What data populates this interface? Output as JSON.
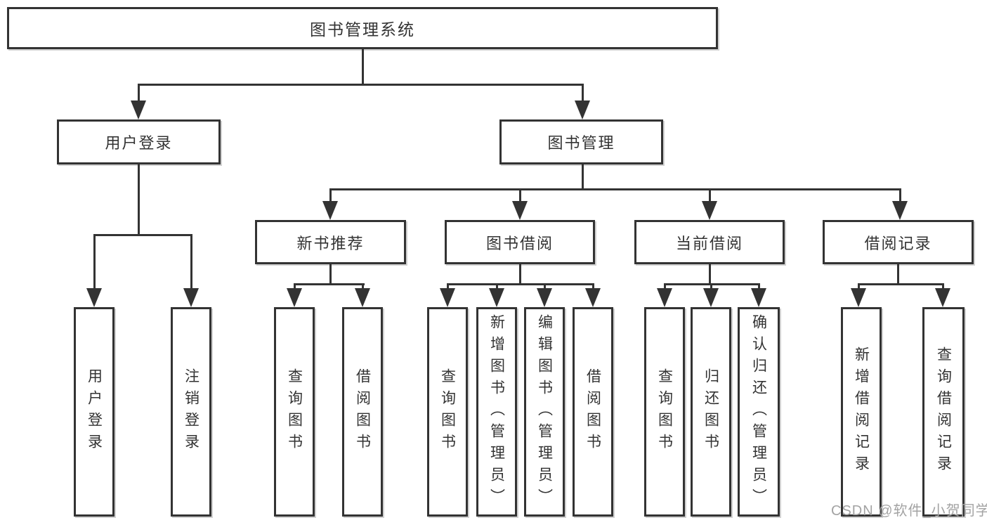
{
  "diagram": {
    "root": {
      "label": "图书管理系统"
    },
    "level2": [
      {
        "label": "用户登录"
      },
      {
        "label": "图书管理"
      }
    ],
    "level3": [
      {
        "label": "新书推荐"
      },
      {
        "label": "图书借阅"
      },
      {
        "label": "当前借阅"
      },
      {
        "label": "借阅记录"
      }
    ],
    "leaves": {
      "user_login": [
        {
          "label": "用户登录"
        },
        {
          "label": "注销登录"
        }
      ],
      "new_books": [
        {
          "label": "查询图书"
        },
        {
          "label": "借阅图书"
        }
      ],
      "borrow": [
        {
          "label": "查询图书"
        },
        {
          "label": "新增图书（管理员）"
        },
        {
          "label": "编辑图书（管理员）"
        },
        {
          "label": "借阅图书"
        }
      ],
      "current": [
        {
          "label": "查询图书"
        },
        {
          "label": "归还图书"
        },
        {
          "label": "确认归还（管理员）"
        }
      ],
      "records": [
        {
          "label": "新增借阅记录"
        },
        {
          "label": "查询借阅记录"
        }
      ]
    }
  },
  "watermark": "CSDN @软件_小贺同学",
  "colors": {
    "line": "#333333",
    "text": "#333333",
    "watermark": "#a3a3a3",
    "background": "#ffffff"
  }
}
